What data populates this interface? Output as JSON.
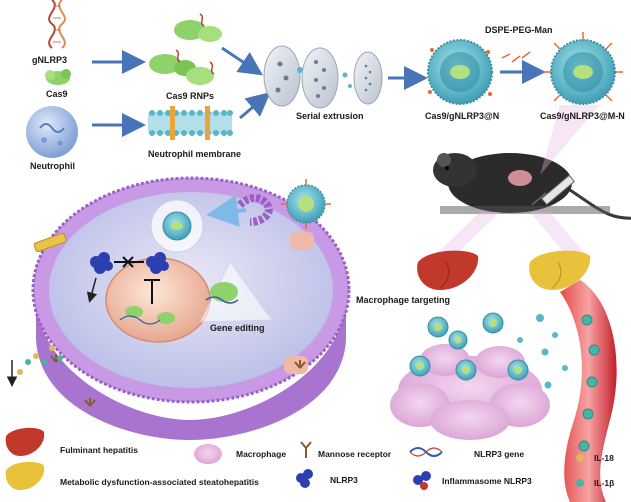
{
  "top": {
    "gnlrp3": "gNLRP3",
    "cas9": "Cas9",
    "neutrophil": "Neutrophil",
    "cas9_rnps": "Cas9 RNPs",
    "neutrophil_membrane": "Neutrophil membrane",
    "serial_extrusion": "Serial extrusion",
    "dspe_peg_man": "DSPE-PEG-Man",
    "np_n": "Cas9/gNLRP3@N",
    "np_mn": "Cas9/gNLRP3@M-N"
  },
  "middle": {
    "gene_editing": "Gene editing",
    "macrophage_targeting": "Macrophage targeting"
  },
  "legend": {
    "fulminant_hepatitis": "Fulminant hepatitis",
    "masld": "Metabolic dysfunction-associated steatohepatitis",
    "macrophage": "Macrophage",
    "mannose_receptor": "Mannose receptor",
    "nlrp3": "NLRP3",
    "nlrp3_gene": "NLRP3 gene",
    "inflammasome_nlrp3": "Inflammasome NLRP3",
    "il18": "IL-18",
    "il1b": "IL-1β"
  },
  "colors": {
    "membrane_purple": "#b67ad9",
    "nanoparticle_teal": "#5bb6c8",
    "arrow_blue": "#4a74b8",
    "liver_red": "#c0392b",
    "liver_yellow": "#e8c23a",
    "nlrp3_blue": "#2a3fb0",
    "il18_gold": "#e0b85a",
    "il1b_teal": "#4ab3a8"
  }
}
